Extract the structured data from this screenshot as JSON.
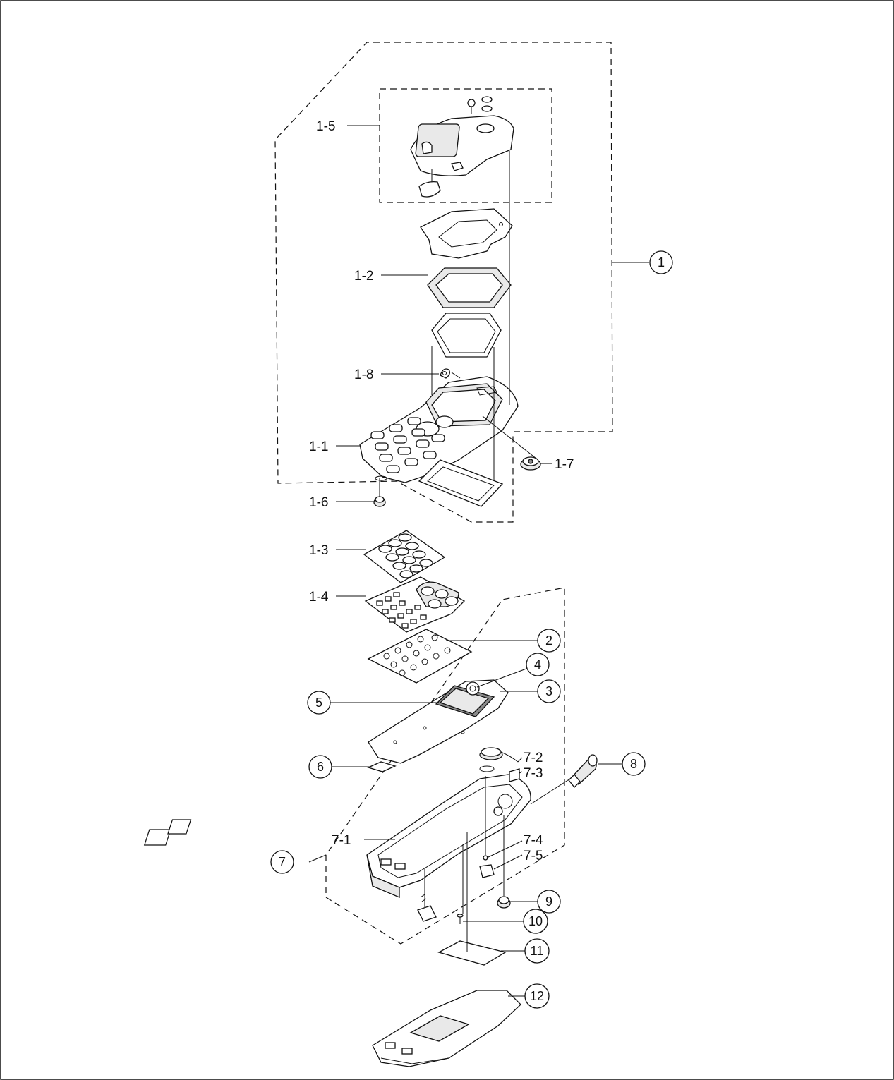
{
  "callouts": {
    "c1_5": "1-5",
    "c1_2": "1-2",
    "c1_8": "1-8",
    "c1_1": "1-1",
    "c1_7": "1-7",
    "c1_6": "1-6",
    "c1_3": "1-3",
    "c1_4": "1-4",
    "c7_2": "7-2",
    "c7_3": "7-3",
    "c7_1": "7-1",
    "c7_4": "7-4",
    "c7_5": "7-5"
  },
  "circled": {
    "n1": "1",
    "n2": "2",
    "n3": "3",
    "n4": "4",
    "n5": "5",
    "n6": "6",
    "n7": "7",
    "n8": "8",
    "n9": "9",
    "n10": "10",
    "n11": "11",
    "n12": "12"
  }
}
